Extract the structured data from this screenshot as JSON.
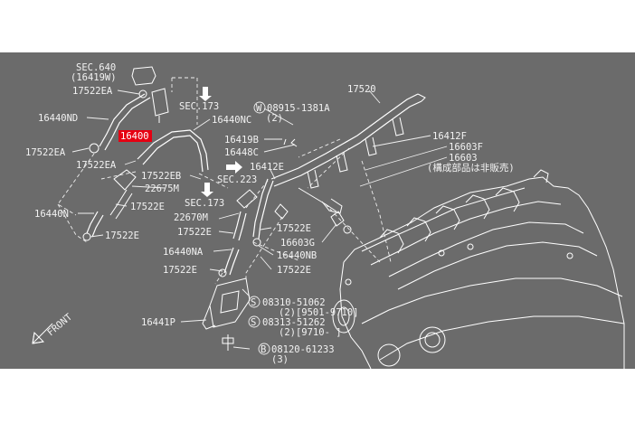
{
  "diagram": {
    "background": "#6b6b6b",
    "line_color": "#f0f0f0",
    "highlight_color": "#e60012",
    "labels": {
      "sec640": "SEC.640",
      "sec640_sub": "(16419W)",
      "p17522ea_top": "17522EA",
      "p16440nd": "16440ND",
      "p16400": "16400",
      "sec173_top": "SEC.173",
      "p16440nc": "16440NC",
      "p17522ea_left": "17522EA",
      "p17522ea_mid": "17522EA",
      "p17522eb": "17522EB",
      "p22675m": "22675M",
      "p17522e_a": "17522E",
      "p16440n": "16440N",
      "p17522e_b": "17522E",
      "sec173_mid": "SEC.173",
      "p22670m": "22670M",
      "p17522e_c": "17522E",
      "p16440na": "16440NA",
      "p17522e_d": "17522E",
      "p16441p": "16441P",
      "front": "FRONT",
      "sec223": "SEC.223",
      "p16412e": "16412E",
      "p17520": "17520",
      "w_part": "08915-1381A",
      "w_qty": "(2)",
      "w_prefix": "W",
      "p16419b": "16419B",
      "p16448c": "16448C",
      "p16412f": "16412F",
      "p16603f": "16603F",
      "p16603": "16603",
      "p16603_note": "(構成部品は非販売)",
      "p17522e_e": "17522E",
      "p16603g": "16603G",
      "p16440nb": "16440NB",
      "p17522e_f": "17522E",
      "s_prefix": "S",
      "s1_part": "08310-51062",
      "s1_note": "(2)[9501-9710]",
      "s2_part": "08313-51262",
      "s2_note": "(2)[9710-      ]",
      "b_prefix": "B",
      "b_part": "08120-61233",
      "b_qty": "(3)"
    }
  }
}
